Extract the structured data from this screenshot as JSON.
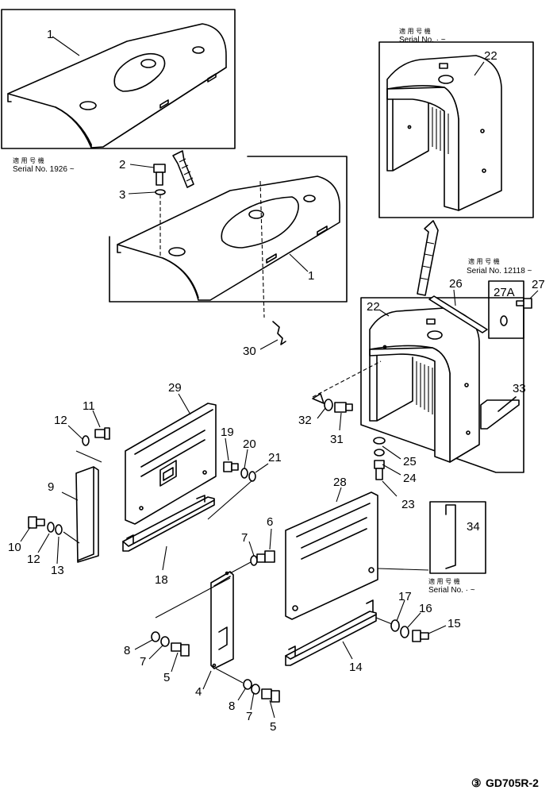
{
  "labels": {
    "p1a": "1",
    "p1b": "1",
    "p2": "2",
    "p3": "3",
    "p4": "4",
    "p5a": "5",
    "p5b": "5",
    "p6": "6",
    "p7a": "7",
    "p7b": "7",
    "p7c": "7",
    "p8a": "8",
    "p8b": "8",
    "p9": "9",
    "p10": "10",
    "p11": "11",
    "p12a": "12",
    "p12b": "12",
    "p13": "13",
    "p14": "14",
    "p15": "15",
    "p16": "16",
    "p17": "17",
    "p18": "18",
    "p19": "19",
    "p20": "20",
    "p21": "21",
    "p22a": "22",
    "p22b": "22",
    "p23": "23",
    "p24": "24",
    "p25": "25",
    "p26": "26",
    "p27": "27",
    "p27a": "27A",
    "p28": "28",
    "p29": "29",
    "p30": "30",
    "p31": "31",
    "p32": "32",
    "p33": "33",
    "p34": "34"
  },
  "serials": {
    "jp_label": "適 用 号 機",
    "s1926": "Serial No. 1926 ~",
    "s22": "Serial No. · ~",
    "s12118": "Serial No. 12118 ~",
    "s34": "Serial No. · ~"
  },
  "drawing_code": "GD705R-2",
  "drawing_code_prefix": "③"
}
